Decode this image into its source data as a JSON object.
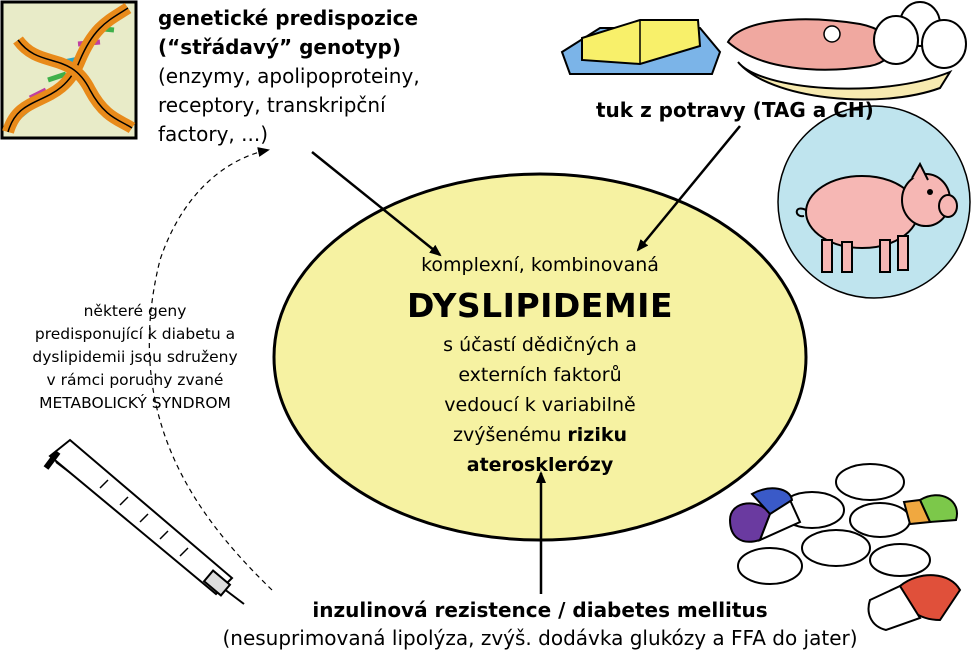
{
  "genetic": {
    "line1": "genetické predispozice",
    "line2": "(“střádavý” genotyp)",
    "line3": "(enzymy, apolipoproteiny,",
    "line4": "receptory, transkripční",
    "line5": "factory, ...)"
  },
  "fat": {
    "label": "tuk z potravy (TAG a CH)"
  },
  "center": {
    "line1": "komplexní, kombinovaná",
    "title": "DYSLIPIDEMIE",
    "line2": "s účastí dědičných a",
    "line3": "externích faktorů",
    "line4": "vedoucí k variabilně",
    "line5_plain": "zvýšenému ",
    "line5_bold": "riziku",
    "line6_bold": "aterosklerózy"
  },
  "metabolic": {
    "line1": "některé geny",
    "line2": "predisponující k diabetu a",
    "line3": "dyslipidemii jsou sdruženy",
    "line4": "v rámci poruchy zvané",
    "line5": "METABOLICKÝ SYNDROM"
  },
  "insulin": {
    "title": "inzulinová rezistence / diabetes mellitus",
    "subtitle": "(nesuprimovaná lipolýza, zvýš. dodávka glukózy a FFA do jater)"
  },
  "icons": [
    "dna-icon",
    "butter-icon",
    "meat-icon",
    "eggs-icon",
    "pig-icon",
    "syringe-icon",
    "pills-icon"
  ],
  "colors": {
    "ellipse_fill": "#f6f2a2",
    "pig_bg": "#bfe4ee",
    "pig_body": "#f6b7b4",
    "butter": "#f8f06a"
  }
}
